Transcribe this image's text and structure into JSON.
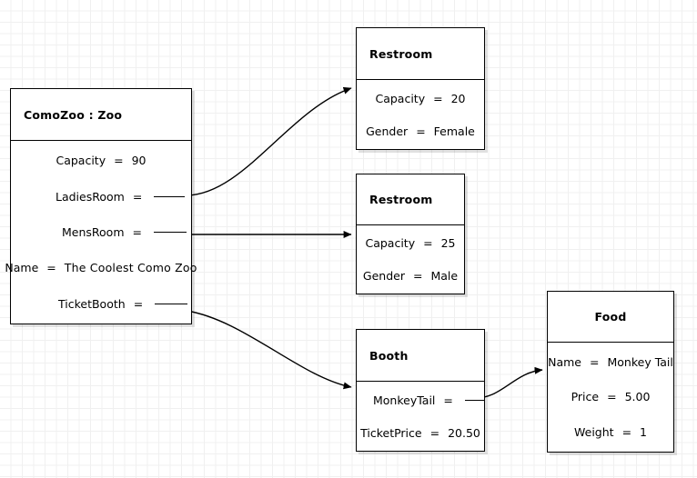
{
  "diagram": {
    "title": "ComoZoo UML object diagram",
    "background": "#ffffff",
    "grid_color": "#f0f0f0",
    "line_color": "#000000"
  },
  "objects": [
    {
      "id": "comozoo",
      "header": "ComoZoo : Zoo",
      "header_align": "left",
      "slots": [
        {
          "name": "Capacity",
          "eq": "=",
          "value": "90",
          "linked": false
        },
        {
          "name": "LadiesRoom",
          "eq": "=",
          "value": "",
          "linked": true
        },
        {
          "name": "MensRoom",
          "eq": "=",
          "value": "",
          "linked": true
        },
        {
          "name": "Name",
          "eq": "=",
          "value": "The Coolest Como Zoo",
          "linked": false
        },
        {
          "name": "TicketBooth",
          "eq": "=",
          "value": "",
          "linked": true
        }
      ]
    },
    {
      "id": "restroom-female",
      "header": "Restroom",
      "header_align": "center",
      "slots": [
        {
          "name": "Capacity",
          "eq": "=",
          "value": "20",
          "linked": false
        },
        {
          "name": "Gender",
          "eq": "=",
          "value": "Female",
          "linked": false
        }
      ]
    },
    {
      "id": "restroom-male",
      "header": "Restroom",
      "header_align": "center",
      "slots": [
        {
          "name": "Capacity",
          "eq": "=",
          "value": "25",
          "linked": false
        },
        {
          "name": "Gender",
          "eq": "=",
          "value": "Male",
          "linked": false
        }
      ]
    },
    {
      "id": "booth",
      "header": "Booth",
      "header_align": "center",
      "slots": [
        {
          "name": "MonkeyTail",
          "eq": "=",
          "value": "",
          "linked": true
        },
        {
          "name": "TicketPrice",
          "eq": "=",
          "value": "20.50",
          "linked": false
        }
      ]
    },
    {
      "id": "food",
      "header": "Food",
      "header_align": "center",
      "slots": [
        {
          "name": "Name",
          "eq": "=",
          "value": "Monkey Tail",
          "linked": false
        },
        {
          "name": "Price",
          "eq": "=",
          "value": "5.00",
          "linked": false
        },
        {
          "name": "Weight",
          "eq": "=",
          "value": "1",
          "linked": false
        }
      ]
    }
  ],
  "links": [
    {
      "from": "comozoo.LadiesRoom",
      "to": "restroom-female",
      "style": "curved"
    },
    {
      "from": "comozoo.MensRoom",
      "to": "restroom-male",
      "style": "straight"
    },
    {
      "from": "comozoo.TicketBooth",
      "to": "booth",
      "style": "curved"
    },
    {
      "from": "booth.MonkeyTail",
      "to": "food",
      "style": "curved"
    }
  ]
}
